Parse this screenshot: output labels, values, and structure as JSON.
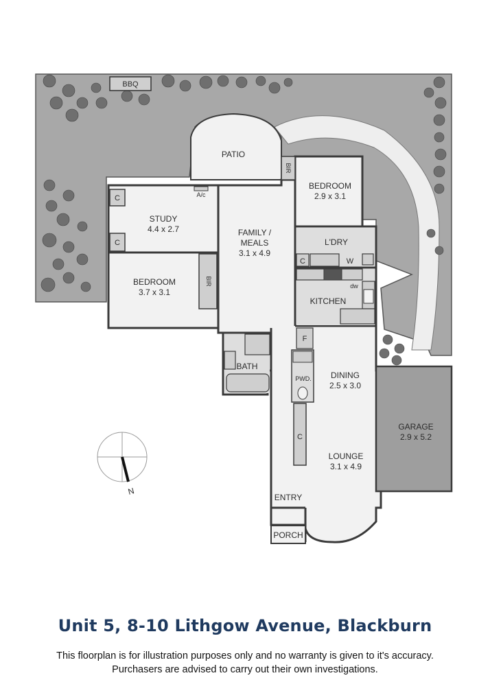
{
  "plan": {
    "rooms": [
      {
        "id": "bbq",
        "name": "BBQ",
        "size": ""
      },
      {
        "id": "patio",
        "name": "PATIO",
        "size": ""
      },
      {
        "id": "bedroom-rear",
        "name": "BEDROOM",
        "size": "2.9 x 3.1"
      },
      {
        "id": "study",
        "name": "STUDY",
        "size": "4.4 x 2.7"
      },
      {
        "id": "family",
        "name": "FAMILY /",
        "name2": "MEALS",
        "size": "3.1 x 4.9"
      },
      {
        "id": "laundry",
        "name": "L'DRY",
        "size": ""
      },
      {
        "id": "bedroom-left",
        "name": "BEDROOM",
        "size": "3.7 x 3.1"
      },
      {
        "id": "kitchen",
        "name": "KITCHEN",
        "size": ""
      },
      {
        "id": "bath",
        "name": "BATH",
        "size": ""
      },
      {
        "id": "dining",
        "name": "DINING",
        "size": "2.5 x 3.0"
      },
      {
        "id": "garage",
        "name": "GARAGE",
        "size": "2.9 x 5.2"
      },
      {
        "id": "lounge",
        "name": "LOUNGE",
        "size": "3.1 x 4.9"
      },
      {
        "id": "entry",
        "name": "ENTRY",
        "size": ""
      },
      {
        "id": "porch",
        "name": "PORCH",
        "size": ""
      },
      {
        "id": "powder",
        "name": "PWD.",
        "size": ""
      }
    ],
    "fixtures": {
      "bir": "BIR",
      "cupboard": "C",
      "aircon": "A/c",
      "washer": "W",
      "dishwasher": "dw",
      "fridge": "F"
    },
    "compass_label": "N"
  },
  "footer": {
    "address": "Unit 5, 8-10 Lithgow Avenue, Blackburn",
    "disclaimer_line1": "This floorplan is for illustration purposes only and no warranty is given to it's accuracy.",
    "disclaimer_line2": "Purchasers are advised to carry out their own investigations."
  },
  "colors": {
    "garden": "#a8a8a8",
    "interior": "#f2f2f2",
    "wet_area": "#dedede",
    "garage": "#9e9e9e",
    "wall": "#3a3a3a",
    "address_text": "#1f3a5f"
  }
}
